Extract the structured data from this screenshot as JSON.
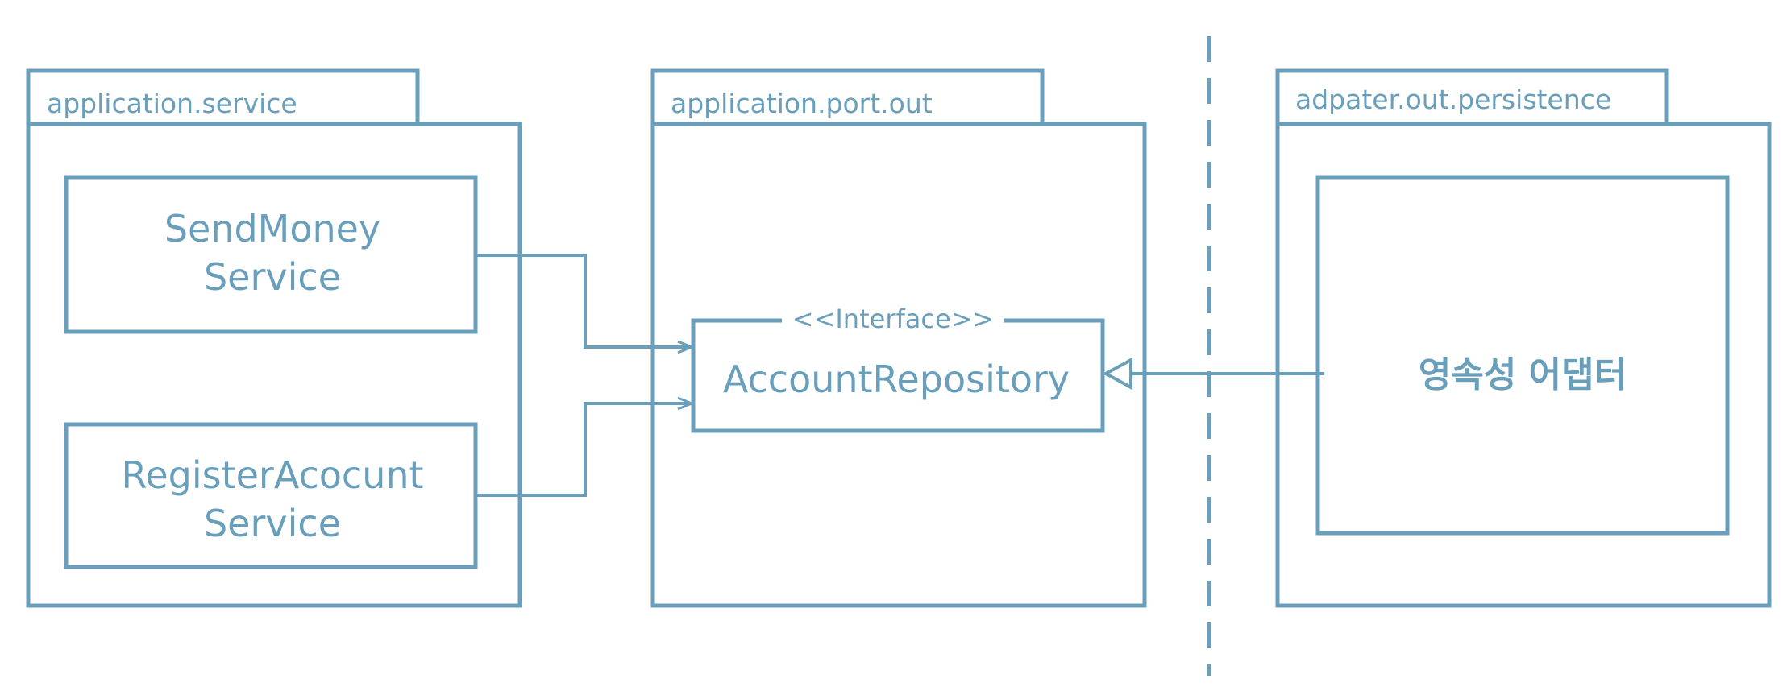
{
  "colors": {
    "stroke": "#6a9fbb",
    "text": "#6a9fbb",
    "background": "#ffffff"
  },
  "packages": {
    "service": {
      "name": "application.service",
      "components": {
        "send_money": {
          "line1": "SendMoney",
          "line2": "Service"
        },
        "register_account": {
          "line1": "RegisterAcocunt",
          "line2": "Service"
        }
      }
    },
    "port_out": {
      "name": "application.port.out",
      "interface": {
        "stereotype": "<<Interface>>",
        "name": "AccountRepository"
      }
    },
    "persistence": {
      "name": "adpater.out.persistence",
      "adapter": {
        "name": "영속성 어댑터"
      }
    }
  }
}
